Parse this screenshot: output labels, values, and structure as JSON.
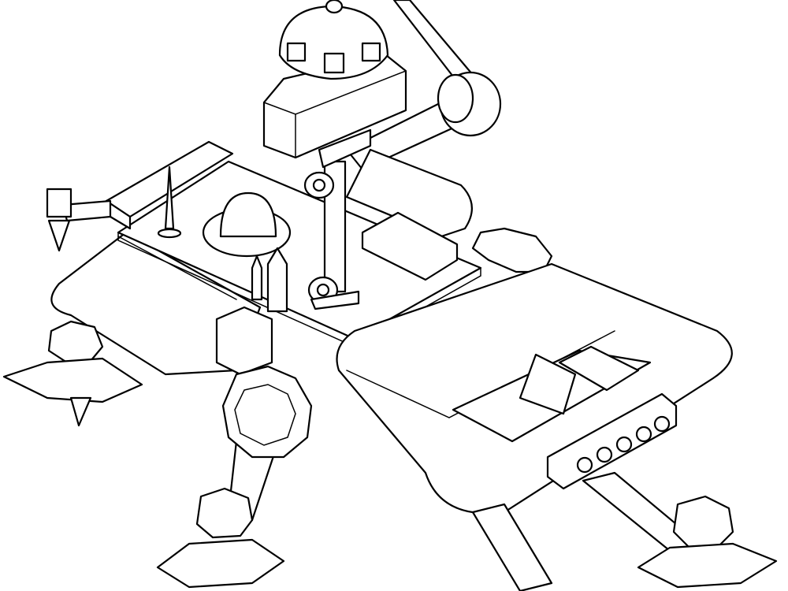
{
  "illustration": {
    "subject": "rover-line-art",
    "colors": {
      "stroke": "#000000",
      "background": "#ffffff"
    },
    "parts": [
      "deck",
      "mast",
      "camera-head",
      "sensor-dome",
      "robotic-arm",
      "pontoons",
      "wheels",
      "feet"
    ]
  }
}
